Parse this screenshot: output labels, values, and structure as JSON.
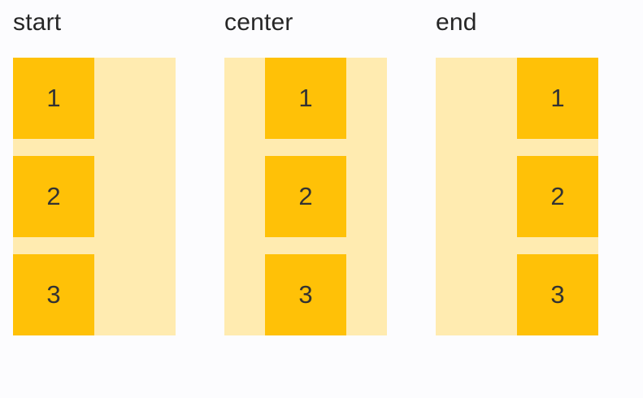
{
  "page": {
    "background": "#FCFCFE"
  },
  "colors": {
    "container_bg": "#FFEBB0",
    "item_bg": "#FFC107",
    "label_text": "#262626",
    "item_text": "#333333"
  },
  "groups": [
    {
      "label": "start",
      "alignment": "start",
      "items": [
        "1",
        "2",
        "3"
      ]
    },
    {
      "label": "center",
      "alignment": "center",
      "items": [
        "1",
        "2",
        "3"
      ]
    },
    {
      "label": "end",
      "alignment": "end",
      "items": [
        "1",
        "2",
        "3"
      ]
    }
  ]
}
